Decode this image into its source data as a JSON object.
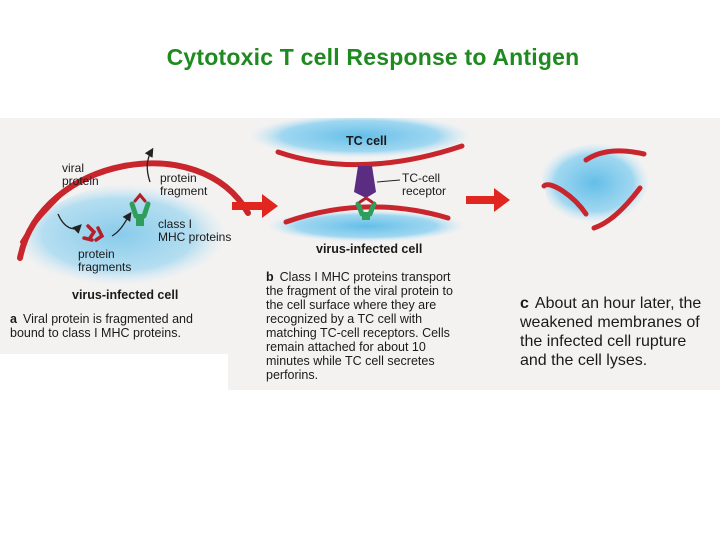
{
  "title": "Cytotoxic T cell Response to Antigen",
  "panel_a": {
    "labels": {
      "viral_protein": "viral\nprotein",
      "protein_fragment": "protein\nfragment",
      "class_mhc": "class I\nMHC proteins",
      "protein_fragments": "protein\nfragments",
      "cell": "virus-infected cell"
    },
    "caption_letter": "a",
    "caption": "Viral protein is fragmented and\nbound to class I MHC proteins."
  },
  "panel_b": {
    "labels": {
      "tc_cell": "TC cell",
      "receptor": "TC-cell\nreceptor",
      "cell": "virus-infected cell"
    },
    "caption_letter": "b",
    "caption": "Class I MHC proteins transport\nthe fragment of the viral protein to\nthe cell surface where they are\nrecognized by a TC cell with\nmatching TC-cell receptors. Cells\nremain attached for about 10\nminutes while TC cell secretes\nperforins."
  },
  "panel_c": {
    "caption_letter": "c",
    "caption": "About an hour later, the\nweakened membranes of\nthe infected cell rupture\nand the cell lyses."
  },
  "colors": {
    "title": "#1f8a1f",
    "membrane": "#c8262c",
    "cytoplasm": "#6fc3ea",
    "panel_bg": "#f4f2f1",
    "arrow": "#e0261f",
    "mhc": "#2f9e5a",
    "receptor": "#5b2d82"
  }
}
